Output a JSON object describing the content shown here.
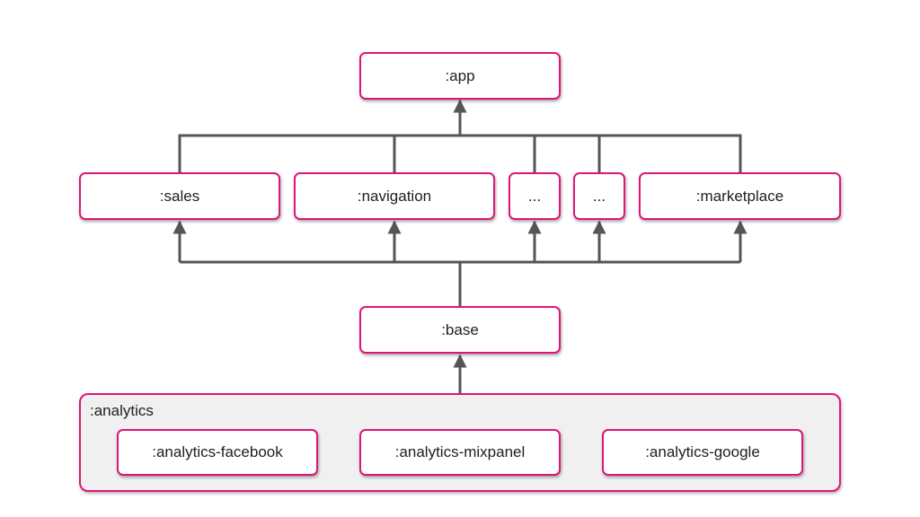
{
  "diagram": {
    "top": {
      "label": ":app"
    },
    "features": [
      {
        "label": ":sales"
      },
      {
        "label": ":navigation"
      },
      {
        "label": "..."
      },
      {
        "label": "..."
      },
      {
        "label": ":marketplace"
      }
    ],
    "base": {
      "label": ":base"
    },
    "analytics_group": {
      "label": ":analytics",
      "modules": [
        {
          "label": ":analytics-facebook"
        },
        {
          "label": ":analytics-mixpanel"
        },
        {
          "label": ":analytics-google"
        }
      ]
    }
  },
  "colors": {
    "node_border": "#e0157a",
    "connector": "#555555",
    "group_fill": "#f0f0f0"
  }
}
